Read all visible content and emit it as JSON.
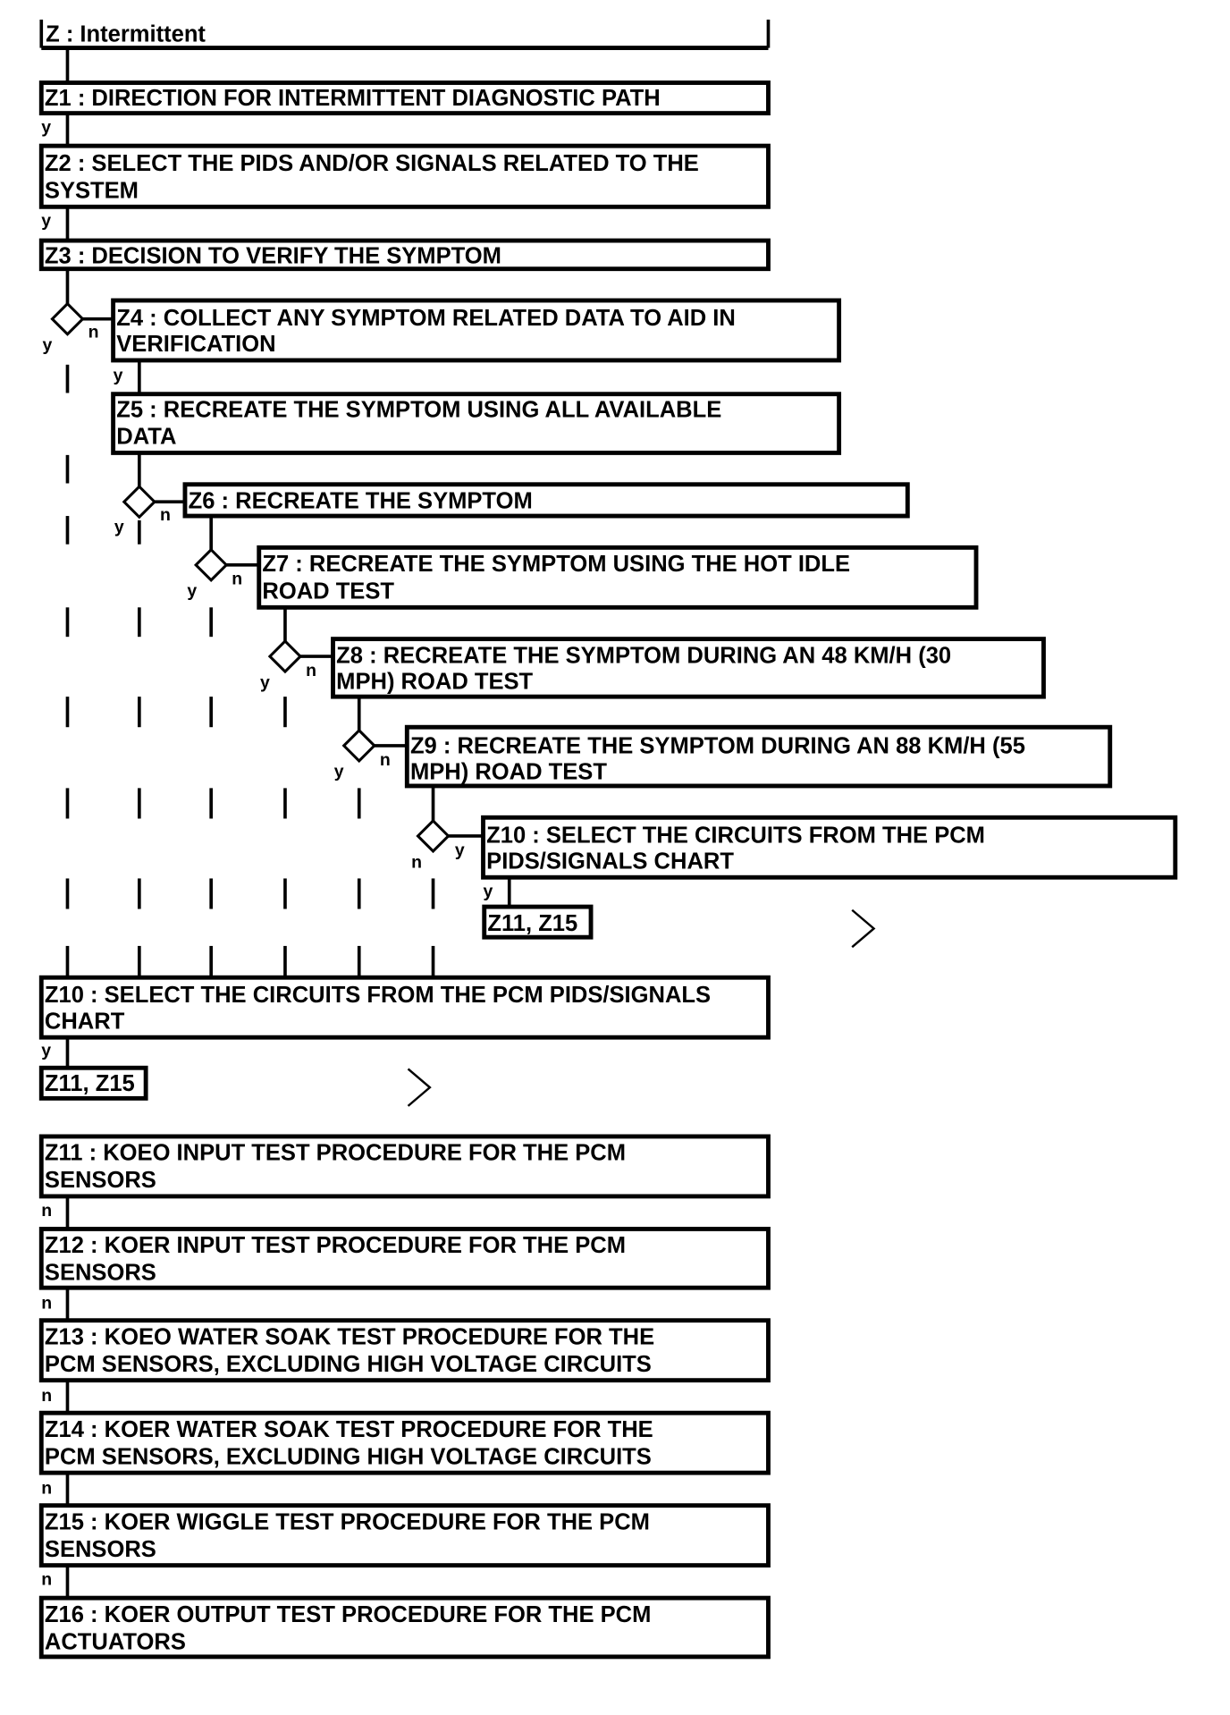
{
  "diagram": {
    "title": "Z : Intermittent",
    "steps": {
      "z1": "Z1 : DIRECTION FOR INTERMITTENT DIAGNOSTIC PATH",
      "z2": [
        "Z2 : SELECT THE PIDS AND/OR SIGNALS RELATED TO THE",
        "SYSTEM"
      ],
      "z3": "Z3 : DECISION TO VERIFY THE SYMPTOM",
      "z4": [
        "Z4 : COLLECT ANY SYMPTOM RELATED DATA TO AID IN",
        "VERIFICATION"
      ],
      "z5": [
        "Z5 : RECREATE THE SYMPTOM USING ALL AVAILABLE",
        "DATA"
      ],
      "z6": "Z6 : RECREATE THE SYMPTOM",
      "z7": [
        "Z7 : RECREATE THE SYMPTOM USING THE HOT IDLE",
        "ROAD TEST"
      ],
      "z8": [
        "Z8 : RECREATE THE SYMPTOM DURING AN 48 KM/H (30",
        "MPH) ROAD TEST"
      ],
      "z9": [
        "Z9 : RECREATE THE SYMPTOM DURING AN 88 KM/H (55",
        "MPH) ROAD TEST"
      ],
      "z10_right": [
        "Z10 : SELECT THE CIRCUITS FROM THE PCM",
        "PIDS/SIGNALS CHART"
      ],
      "z11_z15_right": "Z11, Z15",
      "z10_left": [
        "Z10 : SELECT THE CIRCUITS FROM THE PCM PIDS/SIGNALS",
        "CHART"
      ],
      "z11_z15_left": "Z11, Z15",
      "z11": [
        "Z11 : KOEO INPUT TEST PROCEDURE FOR THE PCM",
        "SENSORS"
      ],
      "z12": [
        "Z12 : KOER INPUT TEST PROCEDURE FOR THE PCM",
        "SENSORS"
      ],
      "z13": [
        "Z13 : KOEO WATER SOAK TEST PROCEDURE FOR THE",
        "PCM SENSORS, EXCLUDING HIGH VOLTAGE CIRCUITS"
      ],
      "z14": [
        "Z14 : KOER WATER SOAK TEST PROCEDURE FOR THE",
        "PCM SENSORS, EXCLUDING HIGH VOLTAGE CIRCUITS"
      ],
      "z15": [
        "Z15 : KOER WIGGLE TEST PROCEDURE FOR THE PCM",
        "SENSORS"
      ],
      "z16": [
        "Z16 : KOER OUTPUT TEST PROCEDURE FOR THE PCM",
        "ACTUATORS"
      ]
    },
    "labels": {
      "yes": "y",
      "no": "n"
    }
  }
}
